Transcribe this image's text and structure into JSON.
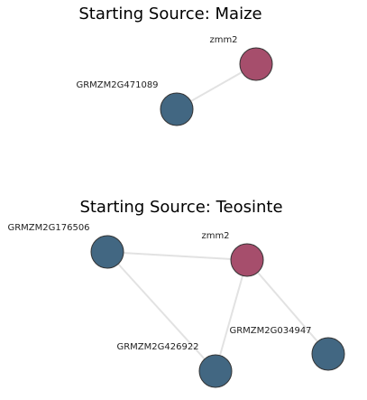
{
  "colors": {
    "background": "#ffffff",
    "edge": "#e2e2e2",
    "node_outline": "#333333",
    "node_blue": "#426782",
    "node_maroon": "#a64e6c"
  },
  "networks": [
    {
      "title": "Starting Source: Maize",
      "nodes": [
        {
          "id": "zmm2",
          "label": "zmm2",
          "color": "#a64e6c"
        },
        {
          "id": "GRMZM2G471089",
          "label": "GRMZM2G471089",
          "color": "#426782"
        }
      ],
      "edges": [
        {
          "source": "zmm2",
          "target": "GRMZM2G471089"
        }
      ]
    },
    {
      "title": "Starting Source: Teosinte",
      "nodes": [
        {
          "id": "GRMZM2G176506",
          "label": "GRMZM2G176506",
          "color": "#426782"
        },
        {
          "id": "zmm2",
          "label": "zmm2",
          "color": "#a64e6c"
        },
        {
          "id": "GRMZM2G034947",
          "label": "GRMZM2G034947",
          "color": "#426782"
        },
        {
          "id": "GRMZM2G426922",
          "label": "GRMZM2G426922",
          "color": "#426782"
        },
        {
          "id": "GRMZM2G034947_node",
          "label": "",
          "color": "#426782"
        }
      ],
      "edges": [
        {
          "source": "GRMZM2G176506",
          "target": "zmm2"
        },
        {
          "source": "GRMZM2G176506",
          "target": "GRMZM2G426922"
        },
        {
          "source": "zmm2",
          "target": "GRMZM2G426922"
        },
        {
          "source": "zmm2",
          "target": "GRMZM2G034947_node"
        }
      ]
    }
  ]
}
